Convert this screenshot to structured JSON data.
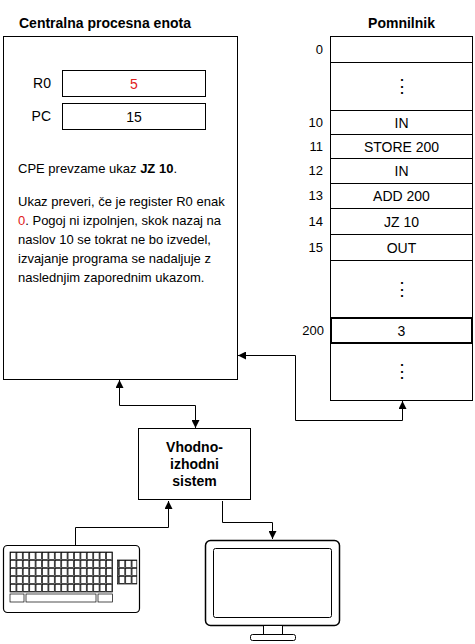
{
  "diagram": {
    "nodes": [
      {
        "text": [
          "Centralna procesna enota",
          "CPE prevzame ukaz",
          "JZ 10",
          ".",
          "Ukaz preveri, če je register R0 enak",
          "0",
          ". Pogoj ni izpolnjen, skok nazaj na naslov 10 se tokrat ne bo izvedel, izvajanje programa se nadaljuje z naslednjim zaporednim ukazom."
        ]
      },
      {
        "text": [
          "R0",
          "5"
        ],
        "in": 0
      },
      {
        "text": [
          "PC",
          "15"
        ],
        "in": 0
      },
      {
        "text": [
          "Pomnilnik"
        ]
      },
      {
        "text": [
          "0"
        ],
        "in": 3
      },
      {
        "text": [
          "⋮"
        ],
        "in": 3
      },
      {
        "text": [
          "10",
          "IN"
        ],
        "in": 3
      },
      {
        "text": [
          "11",
          "STORE 200"
        ],
        "in": 3
      },
      {
        "text": [
          "12",
          "IN"
        ],
        "in": 3
      },
      {
        "text": [
          "13",
          "ADD 200"
        ],
        "in": 3
      },
      {
        "text": [
          "14",
          "JZ 10"
        ],
        "in": 3
      },
      {
        "text": [
          "15",
          "OUT"
        ],
        "in": 3
      },
      {
        "text": [
          "⋮"
        ],
        "in": 3
      },
      {
        "text": [
          "200",
          "3"
        ],
        "in": 3
      },
      {
        "text": [
          "⋮"
        ],
        "in": 3
      },
      {
        "text": [
          "Vhodno-izhodni sistem"
        ]
      }
    ],
    "edges": [
      {
        "from": 0,
        "to": 15,
        "arrow": "both"
      },
      {
        "from": 0,
        "to": 3,
        "arrow": "both"
      }
    ]
  }
}
